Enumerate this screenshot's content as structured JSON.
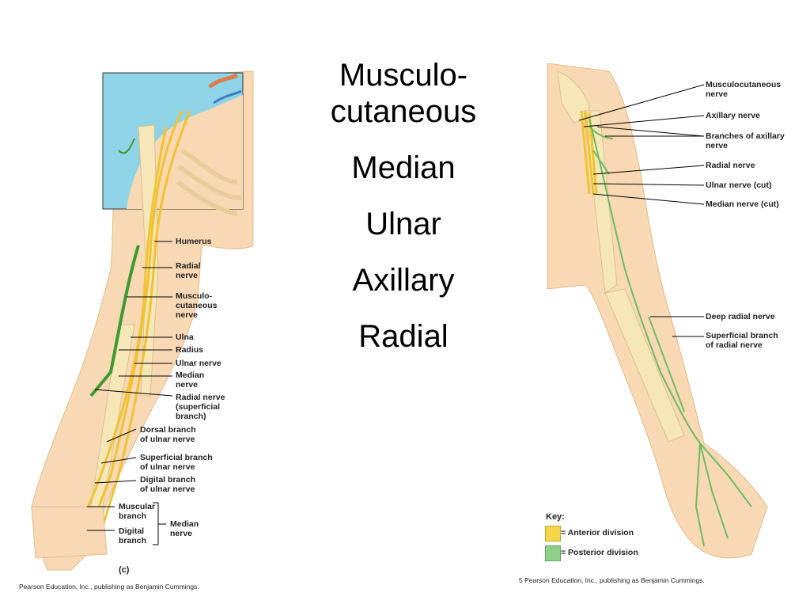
{
  "slide": {
    "center_terms": [
      "Musculo-",
      "cutaneous",
      "",
      "Median",
      "",
      "Ulnar",
      "",
      "Axillary",
      "",
      "Radial"
    ]
  },
  "left_figure": {
    "labels": {
      "humerus": "Humerus",
      "radial_nerve": [
        "Radial",
        "nerve"
      ],
      "musculocutaneous": [
        "Musculo-",
        "cutaneous",
        "nerve"
      ],
      "ulna": "Ulna",
      "radius": "Radius",
      "ulnar_nerve": "Ulnar nerve",
      "median_nerve": [
        "Median",
        "nerve"
      ],
      "radial_superficial": [
        "Radial nerve",
        "(superficial",
        "branch)"
      ],
      "dorsal_branch": [
        "Dorsal branch",
        "of ulnar nerve"
      ],
      "superficial_branch": [
        "Superficial branch",
        "of ulnar nerve"
      ],
      "digital_branch_ulnar": [
        "Digital branch",
        "of ulnar nerve"
      ],
      "muscular_branch": [
        "Muscular",
        "branch"
      ],
      "digital_branch": [
        "Digital",
        "branch"
      ],
      "median_group": [
        "Median",
        "nerve"
      ],
      "panel": "(c)"
    },
    "credit": "Pearson Education, Inc., publishing as Benjamin Cummings."
  },
  "right_figure": {
    "labels": {
      "musculocutaneous": [
        "Musculocutaneous",
        "nerve"
      ],
      "axillary": "Axillary nerve",
      "branches_axillary": [
        "Branches of axillary",
        "nerve"
      ],
      "radial": "Radial nerve",
      "ulnar_cut": "Ulnar nerve (cut)",
      "median_cut": "Median nerve (cut)",
      "deep_radial": "Deep radial nerve",
      "superficial_radial": [
        "Superficial branch",
        "of radial nerve"
      ]
    },
    "key": {
      "title": "Key:",
      "anterior": "= Anterior division",
      "posterior": "= Posterior division",
      "anterior_color": "#f5d64a",
      "posterior_color": "#8fd18a"
    },
    "credit": "5 Pearson Education, Inc., publishing as Benjamin Cummings."
  }
}
